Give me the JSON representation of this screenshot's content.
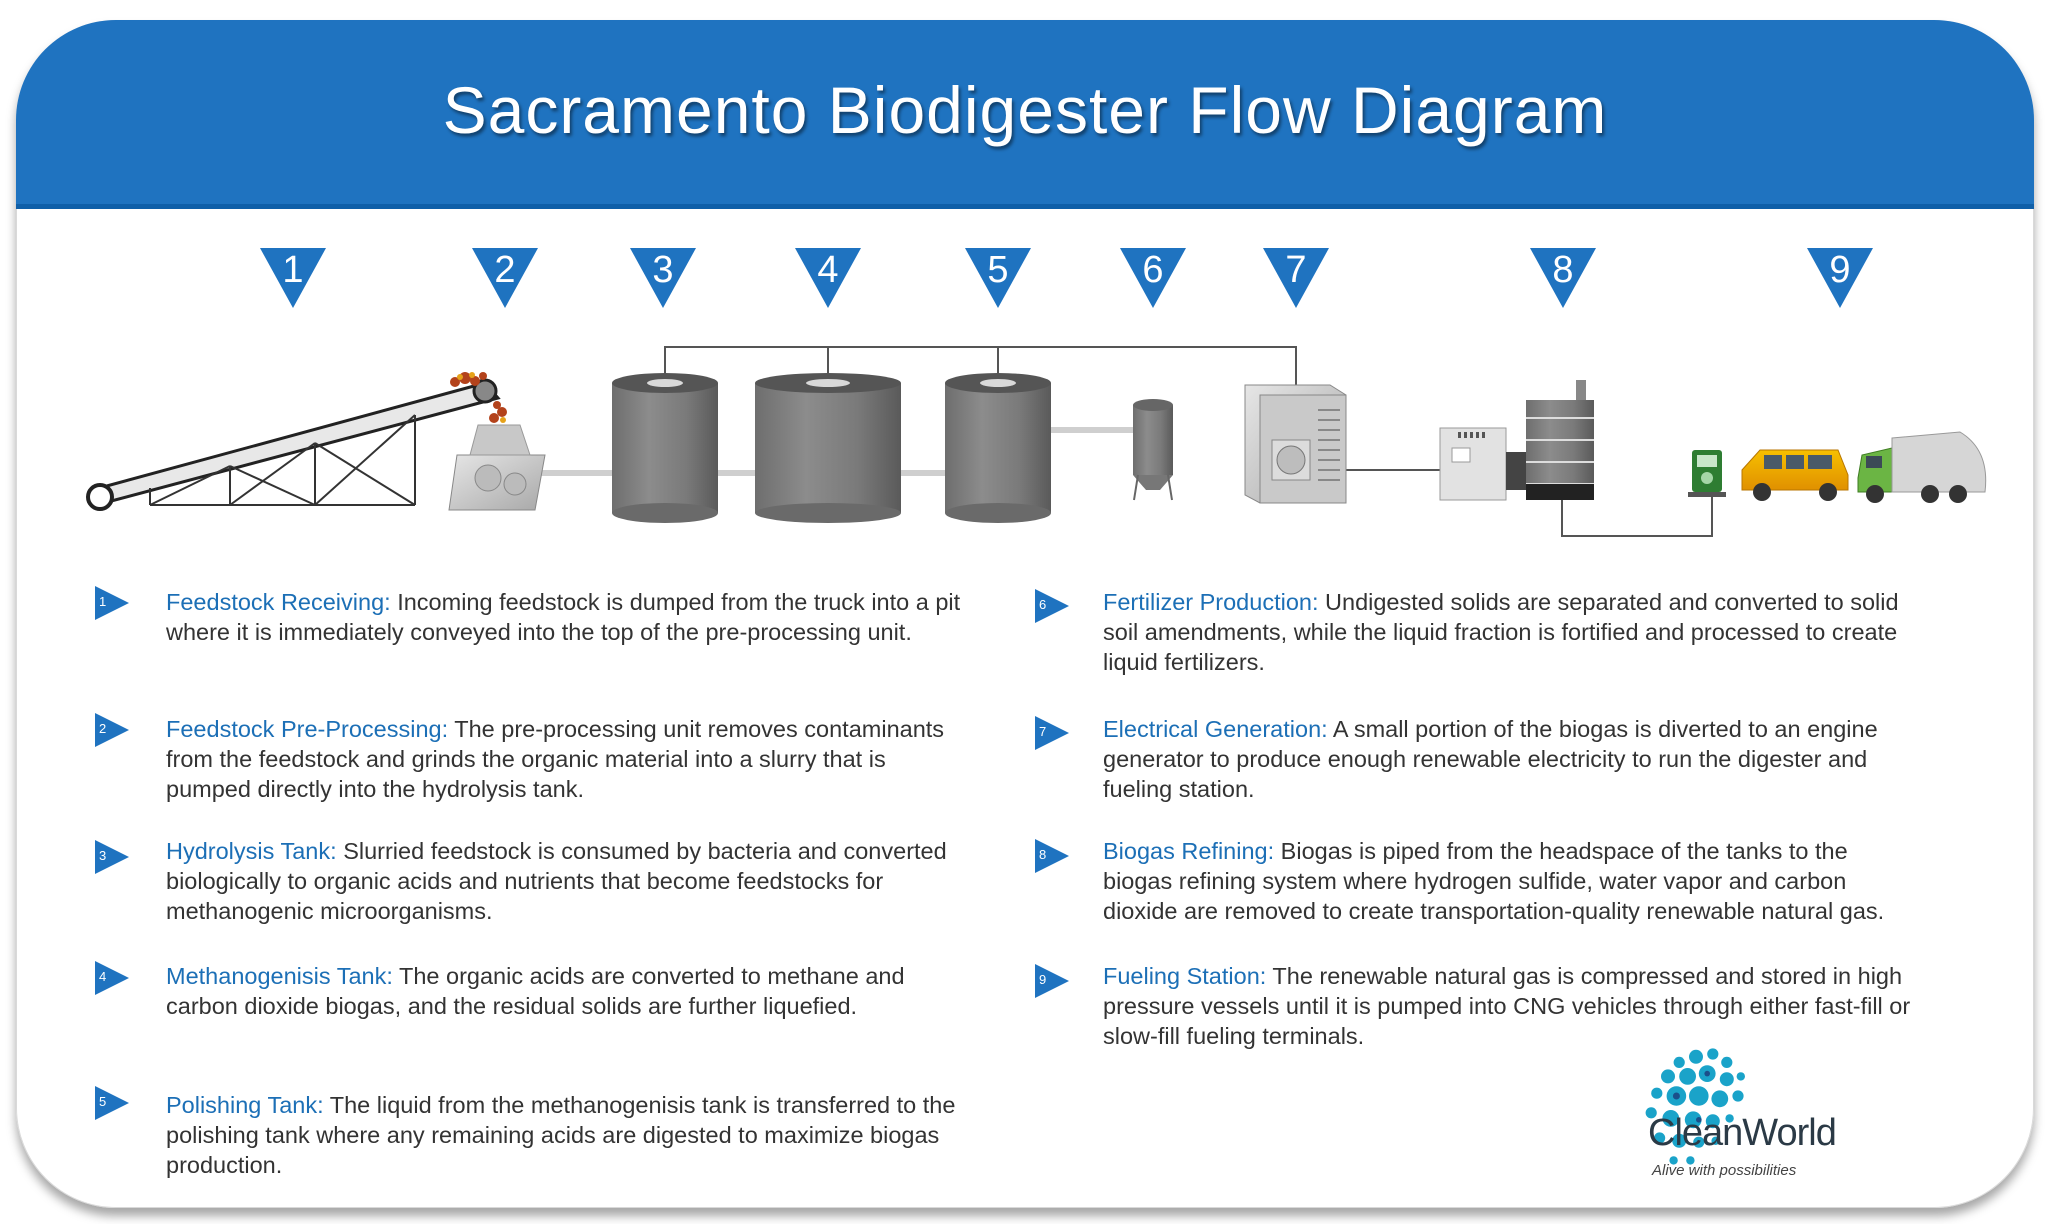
{
  "title": "Sacramento Biodigester Flow Diagram",
  "accent_color": "#1f73c0",
  "heading_color": "#1c6fb6",
  "step_numbers": [
    "1",
    "2",
    "3",
    "4",
    "5",
    "6",
    "7",
    "8",
    "9"
  ],
  "steps_left": [
    {
      "num": "1",
      "heading": "Feedstock Receiving:",
      "text": "Incoming feedstock is dumped from the truck into a pit where it is immediately conveyed into the top of the pre-processing unit."
    },
    {
      "num": "2",
      "heading": "Feedstock Pre-Processing:",
      "text": "The pre-processing unit removes contaminants from the feedstock and grinds the organic material into a slurry that is pumped directly into the hydrolysis tank."
    },
    {
      "num": "3",
      "heading": "Hydrolysis Tank:",
      "text": "Slurried feedstock is consumed by bacteria and converted biologically to organic acids and nutrients that become feedstocks for methanogenic microorganisms."
    },
    {
      "num": "4",
      "heading": "Methanogenisis Tank:",
      "text": " The organic acids are converted to methane and carbon dioxide biogas, and the residual solids are further liquefied."
    },
    {
      "num": "5",
      "heading": "Polishing Tank:",
      "text": "The liquid from the methanogenisis tank is transferred to the polishing tank where any remaining acids are digested to maximize biogas production."
    }
  ],
  "steps_right": [
    {
      "num": "6",
      "heading": "Fertilizer Production:",
      "text": "Undigested solids are separated and converted to solid soil amendments, while the liquid fraction is fortified and processed to create liquid fertilizers."
    },
    {
      "num": "7",
      "heading": "Electrical Generation:",
      "text": "A small portion of the biogas is diverted to an engine generator to produce enough renewable electricity to run the digester and fueling station."
    },
    {
      "num": "8",
      "heading": "Biogas Refining:",
      "text": "Biogas is piped from the headspace of the tanks to the biogas refining system where hydrogen sulfide, water vapor and carbon dioxide are removed to create transportation-quality renewable natural gas."
    },
    {
      "num": "9",
      "heading": "Fueling Station:",
      "text": "The renewable natural gas is compressed and stored in high pressure vessels until it is pumped into CNG vehicles through either fast-fill or slow-fill fueling terminals."
    }
  ],
  "logo": {
    "name": "CleanWorld",
    "tagline": "Alive with possibilities"
  }
}
